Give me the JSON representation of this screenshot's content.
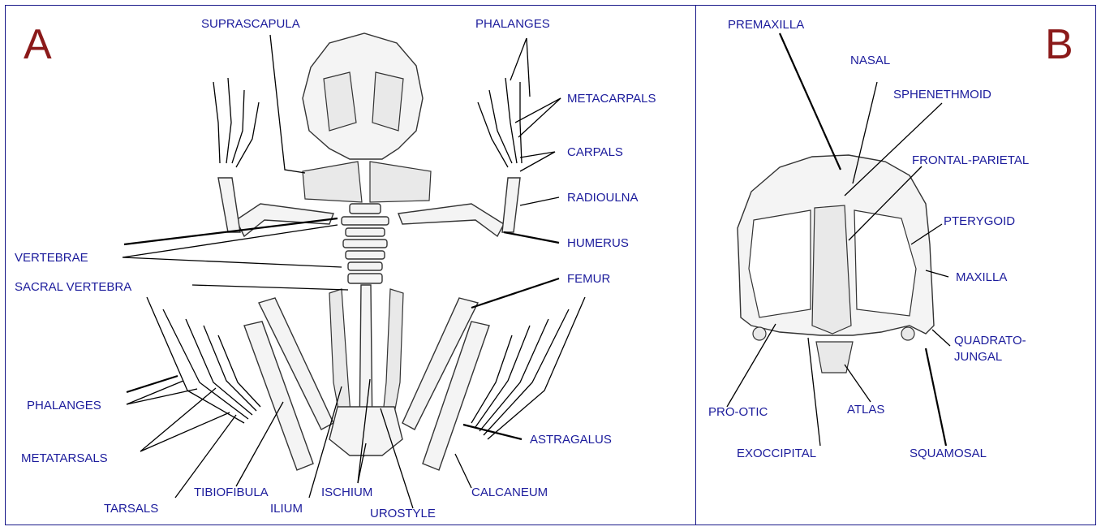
{
  "panel_a": {
    "letter": "A",
    "labels": {
      "suprascapula": "SUPRASCAPULA",
      "phalanges_top": "PHALANGES",
      "metacarpals": "METACARPALS",
      "carpals": "CARPALS",
      "radioulna": "RADIOULNA",
      "humerus": "HUMERUS",
      "vertebrae": "VERTEBRAE",
      "sacral_vertebra": "SACRAL VERTEBRA",
      "femur": "FEMUR",
      "phalanges_bottom": "PHALANGES",
      "metatarsals": "METATARSALS",
      "tarsals": "TARSALS",
      "tibiofibula": "TIBIOFIBULA",
      "ilium": "ILIUM",
      "ischium": "ISCHIUM",
      "urostyle": "UROSTYLE",
      "calcaneum": "CALCANEUM",
      "astragalus": "ASTRAGALUS"
    }
  },
  "panel_b": {
    "letter": "B",
    "labels": {
      "premaxilla": "PREMAXILLA",
      "nasal": "NASAL",
      "sphenethmoid": "SPHENETHMOID",
      "frontal_parietal": "FRONTAL-PARIETAL",
      "pterygoid": "PTERYGOID",
      "maxilla": "MAXILLA",
      "quadratojugal_1": "QUADRATO-",
      "quadratojugal_2": "JUNGAL",
      "pro_otic": "PRO-OTIC",
      "atlas": "ATLAS",
      "exoccipital": "EXOCCIPITAL",
      "squamosal": "SQUAMOSAL"
    }
  },
  "colors": {
    "label": "#1c1c9c",
    "letter": "#8b1a1a",
    "border": "#1a1a8a"
  }
}
